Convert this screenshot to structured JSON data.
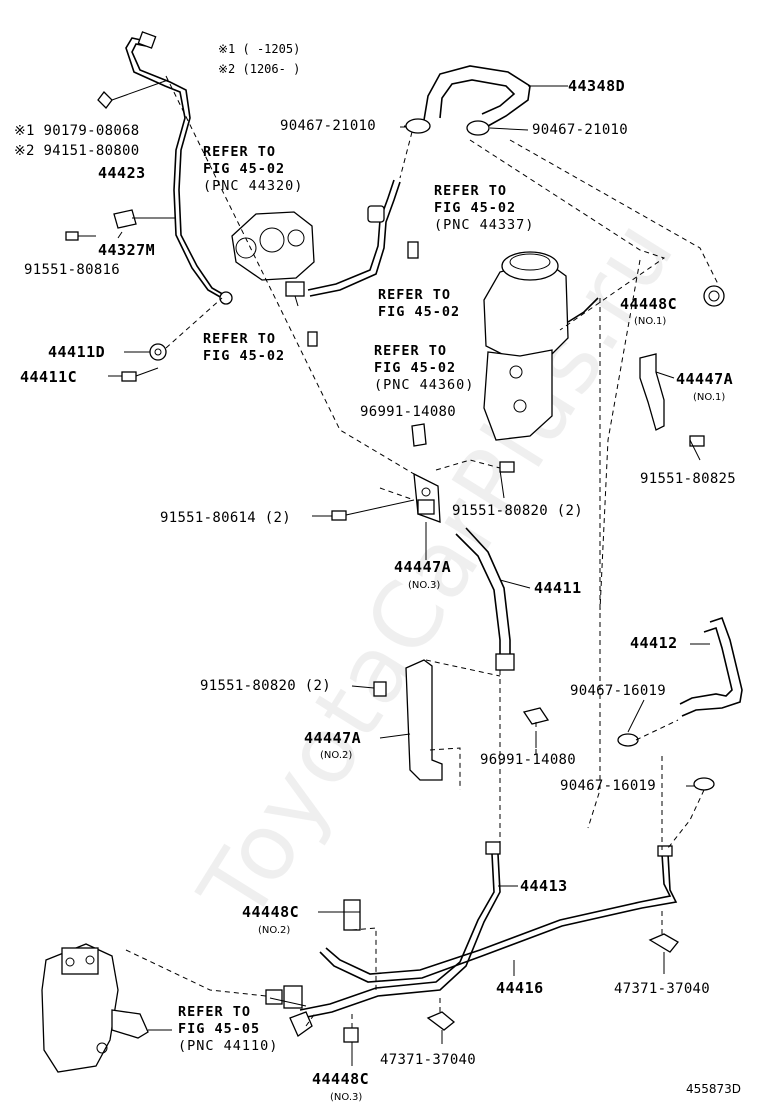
{
  "watermark": "ToyotaCarPlus.ru",
  "diagram_id": "455873D",
  "notes": [
    "※1 (  -1205)",
    "※2 (1206-  )"
  ],
  "parts": {
    "p44348D": "44348D",
    "p90467_21010_left": "90467-21010",
    "p90467_21010_right": "90467-21010",
    "p90179": "※1 90179-08068",
    "p94151": "※2 94151-80800",
    "p44423": "44423",
    "p44327M": "44327M",
    "p91551_80816": "91551-80816",
    "p44411D": "44411D",
    "p44411C": "44411C",
    "p44448C_1": "44448C",
    "p44448C_1_sub": "(NO.1)",
    "p44447A_1": "44447A",
    "p44447A_1_sub": "(NO.1)",
    "p91551_80825": "91551-80825",
    "p96991_14080_a": "96991-14080",
    "p91551_80614": "91551-80614 (2)",
    "p91551_80820_a": "91551-80820 (2)",
    "p44447A_3": "44447A",
    "p44447A_3_sub": "(NO.3)",
    "p44411": "44411",
    "p44412": "44412",
    "p91551_80820_b": "91551-80820 (2)",
    "p90467_16019_a": "90467-16019",
    "p44447A_2": "44447A",
    "p44447A_2_sub": "(NO.2)",
    "p96991_14080_b": "96991-14080",
    "p90467_16019_b": "90467-16019",
    "p44413": "44413",
    "p44448C_2": "44448C",
    "p44448C_2_sub": "(NO.2)",
    "p44416": "44416",
    "p47371_37040_a": "47371-37040",
    "p47371_37040_b": "47371-37040",
    "p44448C_3": "44448C",
    "p44448C_3_sub": "(NO.3)"
  },
  "refs": {
    "r1": [
      "REFER TO",
      "FIG 45-02",
      "(PNC 44320)"
    ],
    "r2": [
      "REFER TO",
      "FIG 45-02",
      "(PNC 44337)"
    ],
    "r3": [
      "REFER TO",
      "FIG 45-02"
    ],
    "r4": [
      "REFER TO",
      "FIG 45-02"
    ],
    "r5": [
      "REFER TO",
      "FIG 45-02",
      "(PNC 44360)"
    ],
    "r6": [
      "REFER TO",
      "FIG 45-05",
      "(PNC 44110)"
    ]
  }
}
